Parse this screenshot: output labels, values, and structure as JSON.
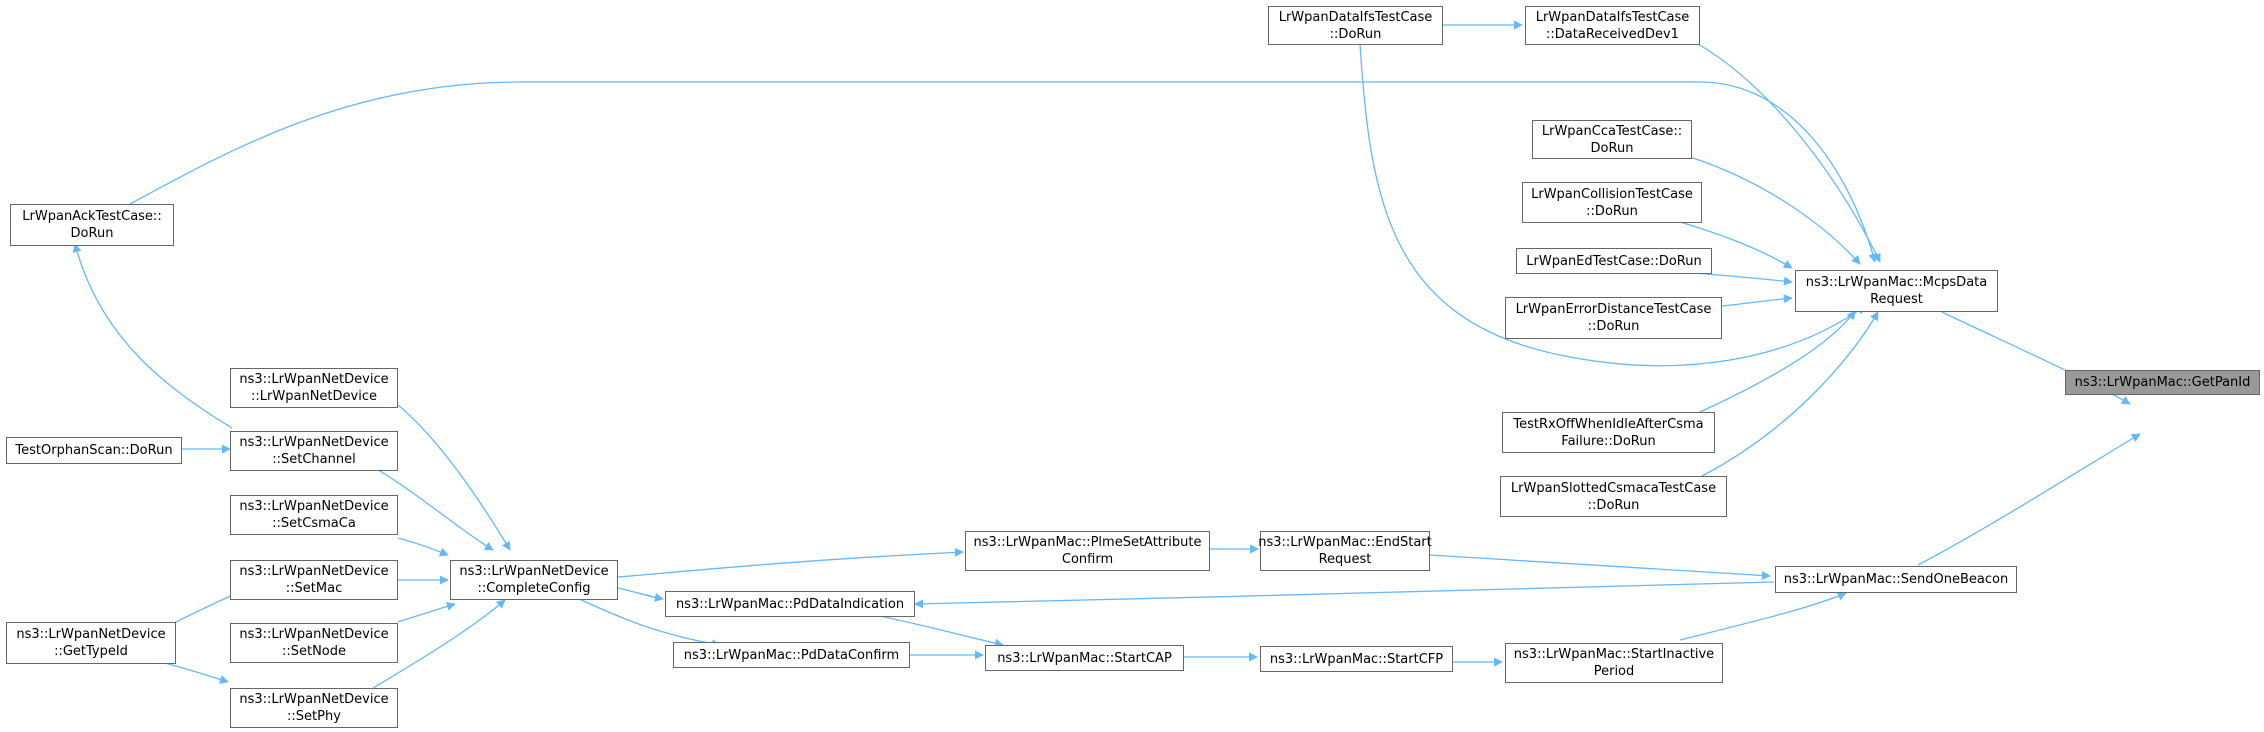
{
  "colors": {
    "edge": "#63b8ff",
    "node_border": "#666666",
    "focus_fill": "#999999",
    "text": "#000000"
  },
  "nodes": {
    "getpanid": {
      "lines": [
        "ns3::LrWpanMac::GetPanId"
      ],
      "focus": true
    },
    "mcps": {
      "lines": [
        "ns3::LrWpanMac::McpsData",
        "Request"
      ]
    },
    "sendbeacon": {
      "lines": [
        "ns3::LrWpanMac::SendOneBeacon"
      ]
    },
    "dataifsdorun": {
      "lines": [
        "LrWpanDataIfsTestCase",
        "::DoRun"
      ]
    },
    "dataifsrecv": {
      "lines": [
        "LrWpanDataIfsTestCase",
        "::DataReceivedDev1"
      ]
    },
    "cca": {
      "lines": [
        "LrWpanCcaTestCase::",
        "DoRun"
      ]
    },
    "collision": {
      "lines": [
        "LrWpanCollisionTestCase",
        "::DoRun"
      ]
    },
    "ed": {
      "lines": [
        "LrWpanEdTestCase::DoRun"
      ]
    },
    "errdist": {
      "lines": [
        "LrWpanErrorDistanceTestCase",
        "::DoRun"
      ]
    },
    "rxoff": {
      "lines": [
        "TestRxOffWhenIdleAfterCsma",
        "Failure::DoRun"
      ]
    },
    "slotted": {
      "lines": [
        "LrWpanSlottedCsmacaTestCase",
        "::DoRun"
      ]
    },
    "ack": {
      "lines": [
        "LrWpanAckTestCase::",
        "DoRun"
      ]
    },
    "orphan": {
      "lines": [
        "TestOrphanScan::DoRun"
      ]
    },
    "ctor": {
      "lines": [
        "ns3::LrWpanNetDevice",
        "::LrWpanNetDevice"
      ]
    },
    "setchannel": {
      "lines": [
        "ns3::LrWpanNetDevice",
        "::SetChannel"
      ]
    },
    "setcsma": {
      "lines": [
        "ns3::LrWpanNetDevice",
        "::SetCsmaCa"
      ]
    },
    "setmac": {
      "lines": [
        "ns3::LrWpanNetDevice",
        "::SetMac"
      ]
    },
    "gettypeid": {
      "lines": [
        "ns3::LrWpanNetDevice",
        "::GetTypeId"
      ]
    },
    "setnode": {
      "lines": [
        "ns3::LrWpanNetDevice",
        "::SetNode"
      ]
    },
    "setphy": {
      "lines": [
        "ns3::LrWpanNetDevice",
        "::SetPhy"
      ]
    },
    "completeconfig": {
      "lines": [
        "ns3::LrWpanNetDevice",
        "::CompleteConfig"
      ]
    },
    "plme": {
      "lines": [
        "ns3::LrWpanMac::PlmeSetAttribute",
        "Confirm"
      ]
    },
    "endstart": {
      "lines": [
        "ns3::LrWpanMac::EndStart",
        "Request"
      ]
    },
    "pdind": {
      "lines": [
        "ns3::LrWpanMac::PdDataIndication"
      ]
    },
    "pdconf": {
      "lines": [
        "ns3::LrWpanMac::PdDataConfirm"
      ]
    },
    "startcap": {
      "lines": [
        "ns3::LrWpanMac::StartCAP"
      ]
    },
    "startcfp": {
      "lines": [
        "ns3::LrWpanMac::StartCFP"
      ]
    },
    "inactive": {
      "lines": [
        "ns3::LrWpanMac::StartInactive",
        "Period"
      ]
    }
  }
}
